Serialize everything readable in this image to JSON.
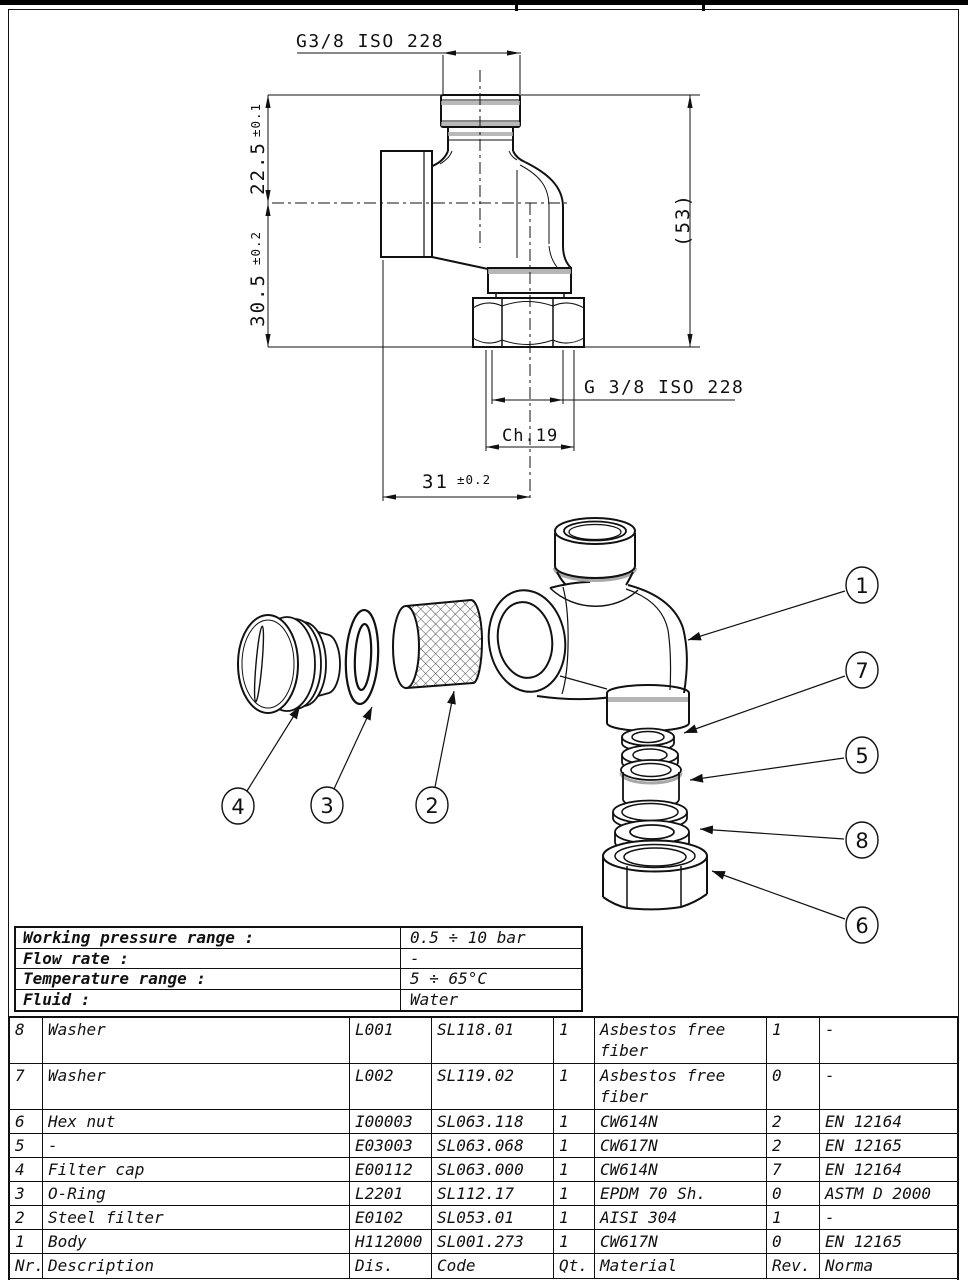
{
  "page": {
    "background": "#ffffff",
    "line_color": "#111111",
    "gray_band": "#a8a8a8"
  },
  "drawing": {
    "dims": {
      "top_thread": "G3/8 ISO 228",
      "height_upper": "22.5",
      "height_upper_tol": "±0.1",
      "height_lower": "30.5",
      "height_lower_tol": "±0.2",
      "overall": "(53)",
      "bottom_thread": "G 3/8 ISO 228",
      "hex": "Ch.19",
      "width": "31",
      "width_tol": "±0.2"
    },
    "callouts": {
      "c1": "1",
      "c7": "7",
      "c5": "5",
      "c8": "8",
      "c6": "6",
      "c4": "4",
      "c3": "3",
      "c2": "2"
    }
  },
  "specs_table": {
    "rows": [
      {
        "label": "Working pressure range :",
        "value": "0.5 ÷ 10 bar"
      },
      {
        "label": "Flow rate :",
        "value": "-"
      },
      {
        "label": "Temperature range :",
        "value": "5 ÷ 65°C"
      },
      {
        "label": "Fluid :",
        "value": "Water"
      }
    ]
  },
  "parts_table": {
    "header": {
      "nr": "Nr.",
      "description": "Description",
      "dis": "Dis.",
      "code": "Code",
      "qt": "Qt.",
      "material": "Material",
      "rev": "Rev.",
      "norma": "Norma"
    },
    "rows": [
      {
        "nr": "8",
        "description": "Washer",
        "dis": "L001",
        "code": "SL118.01",
        "qt": "1",
        "material": "Asbestos free fiber",
        "rev": "1",
        "norma": "-"
      },
      {
        "nr": "7",
        "description": "Washer",
        "dis": "L002",
        "code": "SL119.02",
        "qt": "1",
        "material": "Asbestos free fiber",
        "rev": "0",
        "norma": "-"
      },
      {
        "nr": "6",
        "description": "Hex nut",
        "dis": "I00003",
        "code": "SL063.118",
        "qt": "1",
        "material": "CW614N",
        "rev": "2",
        "norma": "EN 12164"
      },
      {
        "nr": "5",
        "description": "-",
        "dis": "E03003",
        "code": "SL063.068",
        "qt": "1",
        "material": "CW617N",
        "rev": "2",
        "norma": "EN 12165"
      },
      {
        "nr": "4",
        "description": "Filter cap",
        "dis": "E00112",
        "code": "SL063.000",
        "qt": "1",
        "material": "CW614N",
        "rev": "7",
        "norma": "EN 12164"
      },
      {
        "nr": "3",
        "description": "O-Ring",
        "dis": "L2201",
        "code": "SL112.17",
        "qt": "1",
        "material": "EPDM 70 Sh.",
        "rev": "0",
        "norma": "ASTM D 2000"
      },
      {
        "nr": "2",
        "description": "Steel filter",
        "dis": "E0102",
        "code": "SL053.01",
        "qt": "1",
        "material": "AISI 304",
        "rev": "1",
        "norma": "-"
      },
      {
        "nr": "1",
        "description": "Body",
        "dis": "H112000",
        "code": "SL001.273",
        "qt": "1",
        "material": "CW617N",
        "rev": "0",
        "norma": "EN 12165"
      }
    ]
  }
}
